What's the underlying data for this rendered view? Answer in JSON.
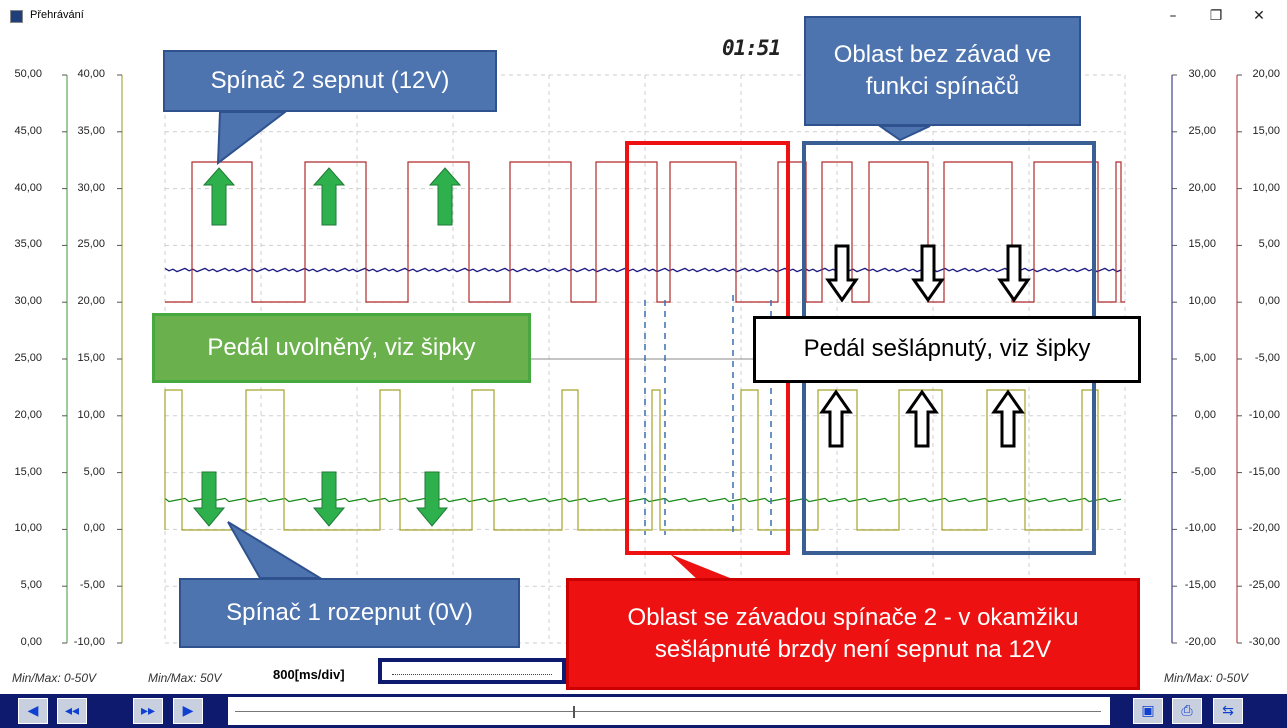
{
  "window": {
    "title": "Přehrávání",
    "minimize": "–",
    "restore": "❐",
    "close": "✕"
  },
  "timer": "01:51",
  "axes": {
    "left1": [
      "50,00",
      "45,00",
      "40,00",
      "35,00",
      "30,00",
      "25,00",
      "20,00",
      "15,00",
      "10,00",
      "5,00",
      "0,00"
    ],
    "left2": [
      "40,00",
      "35,00",
      "30,00",
      "25,00",
      "20,00",
      "15,00",
      "10,00",
      "5,00",
      "0,00",
      "-5,00",
      "-10,00"
    ],
    "right1": [
      "30,00",
      "25,00",
      "20,00",
      "15,00",
      "10,00",
      "5,00",
      "0,00",
      "-5,00",
      "-10,00",
      "-15,00",
      "-20,00"
    ],
    "right2": [
      "20,00",
      "15,00",
      "10,00",
      "5,00",
      "0,00",
      "-5,00",
      "-10,00",
      "-15,00",
      "-20,00",
      "-25,00",
      "-30,00"
    ]
  },
  "callouts": {
    "switch2_on": "Spínač 2 sepnut (12V)",
    "no_fault": "Oblast bez závad ve funkci spínačů",
    "pedal_released": "Pedál uvolněný, viz šipky",
    "pedal_pressed": "Pedál sešlápnutý, viz šipky",
    "switch1_open": "Spínač 1 rozepnut (0V)",
    "fault": "Oblast se závadou spínače 2 - v okamžiku sešlápnuté brzdy není sepnut na 12V"
  },
  "bottom": {
    "minmax1": "Min/Max: 0-50V",
    "minmax2": "Min/Max: 50V",
    "timebase": "800[ms/div]",
    "minmax3": "Min/Max: 0-50V"
  },
  "colors": {
    "trace_red": "#b02a2a",
    "trace_olive": "#a8a32a",
    "trace_navy": "#1a1a80",
    "trace_green": "#1a8a1a",
    "callout_blue": "#4e74b0",
    "fault_red": "#ee1111",
    "pedal_green": "#6ab04c"
  },
  "toolbar": {
    "icons": [
      "skip-start-icon",
      "rewind-icon",
      "fast-forward-icon",
      "play-icon",
      "save-icon",
      "print-icon",
      "export-icon"
    ]
  }
}
